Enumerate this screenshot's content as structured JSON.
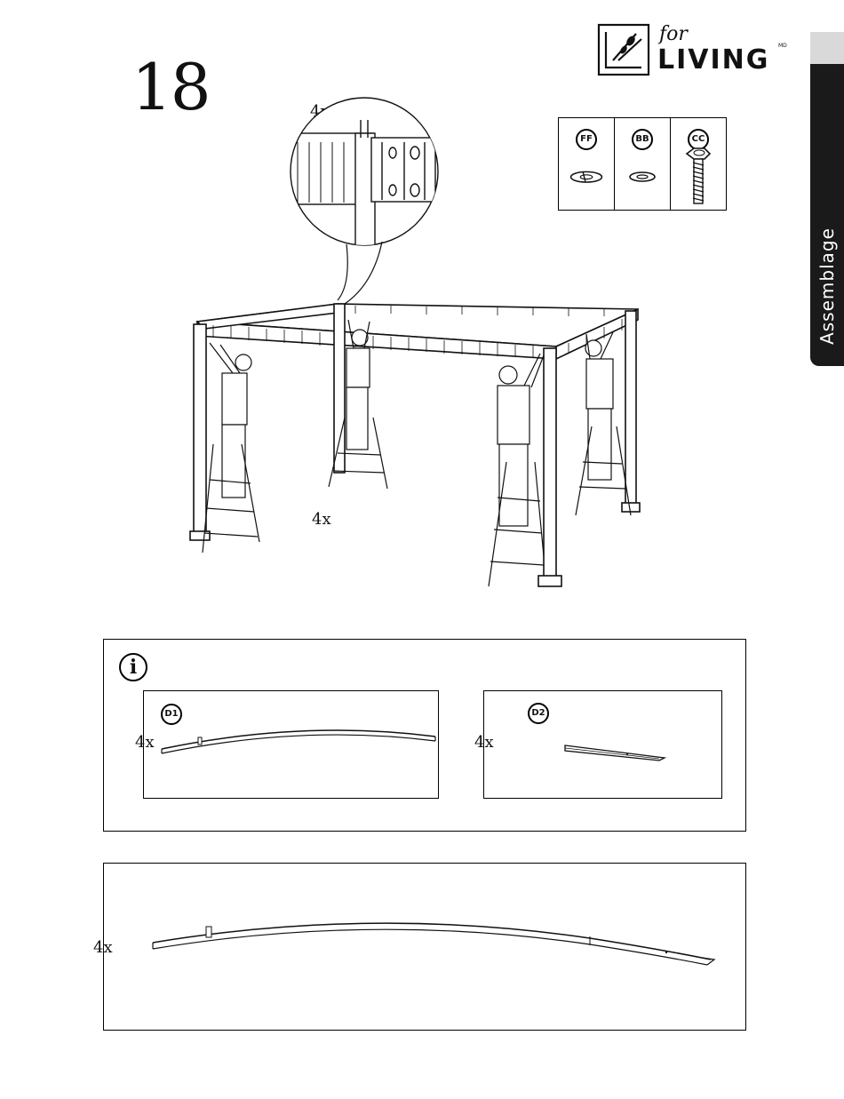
{
  "step": {
    "number": "18"
  },
  "brand": {
    "for_text": "for",
    "living_text": "LIVING",
    "md_mark": "MD"
  },
  "side_tab": {
    "label": "Assemblage"
  },
  "callout": {
    "quantity": "4x"
  },
  "main_illustration": {
    "quantity": "4x"
  },
  "hardware": [
    {
      "id": "FF",
      "kind": "split-lock-washer"
    },
    {
      "id": "BB",
      "kind": "flat-washer"
    },
    {
      "id": "CC",
      "kind": "hex-bolt"
    }
  ],
  "info_panel": {
    "icon": "info-icon",
    "parts": [
      {
        "id": "D1",
        "quantity": "4x"
      },
      {
        "id": "D2",
        "quantity": "4x"
      }
    ]
  },
  "assembled_part": {
    "quantity": "4x"
  }
}
